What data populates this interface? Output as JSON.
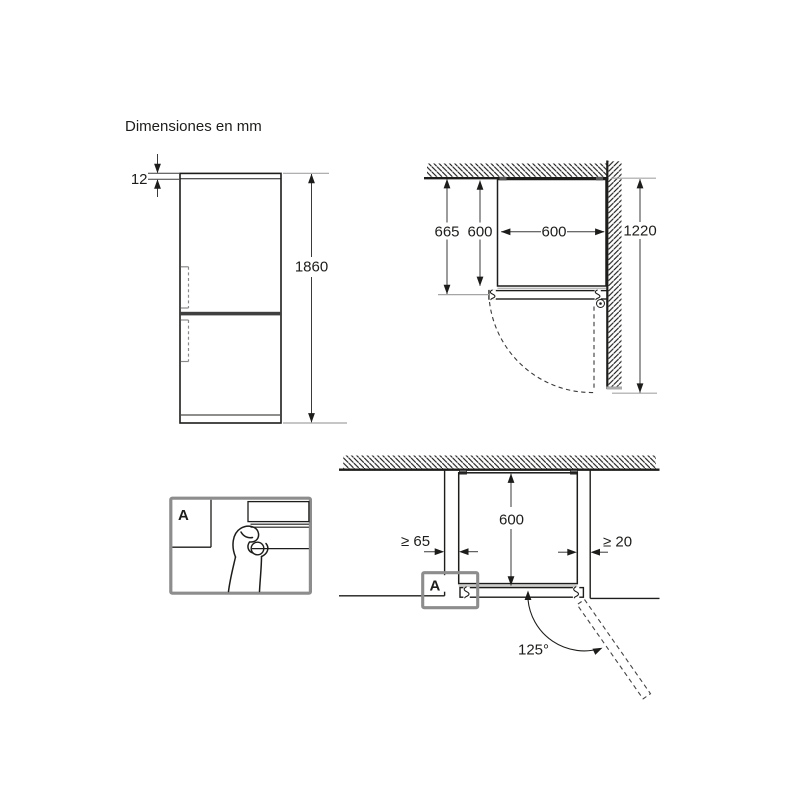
{
  "title": "Dimensiones en mm",
  "front_view": {
    "top_clearance": "12",
    "height": "1860"
  },
  "top_view": {
    "depth_total": "665",
    "depth_body": "600",
    "width": "600",
    "open_clearance": "1220"
  },
  "niche_view": {
    "depth": "600",
    "clearance_left": "≥ 65",
    "clearance_right": "≥ 20",
    "door_angle": "125°",
    "detail_ref": "A"
  },
  "detail_view": {
    "label": "A"
  },
  "colors": {
    "line": "#1d1d1b",
    "extension_gray": "#a5a5a5",
    "detail_border": "#8d8d8d"
  }
}
